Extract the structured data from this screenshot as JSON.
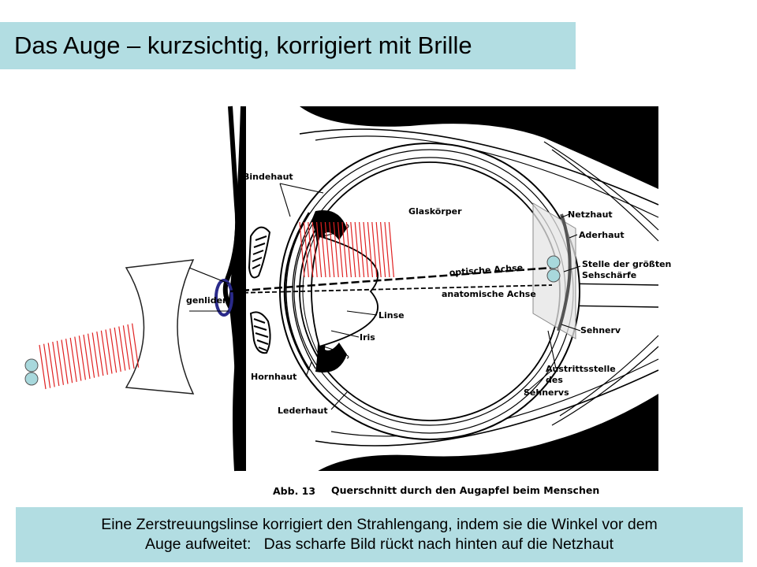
{
  "title": "Das Auge – kurzsichtig, korrigiert mit Brille",
  "labels": {
    "bindehaut": "Bindehaut",
    "glaskoerper": "Glaskörper",
    "netzhaut": "Netzhaut",
    "aderhaut": "Aderhaut",
    "stelle_1": "Stelle der größten",
    "stelle_2": "Sehschärfe",
    "optische_achse": "optische Achse",
    "anatomische_achse": "anatomische Achse",
    "augenlider": "genlider",
    "linse": "Linse",
    "iris": "Iris",
    "sehnerv": "Sehnerv",
    "austritt_1": "Austrittsstelle",
    "austritt_2": "des",
    "austritt_3": "Sehnervs",
    "hornhaut": "Hornhaut",
    "lederhaut": "Lederhaut"
  },
  "figure_caption": {
    "number": "Abb. 13",
    "text": "Querschnitt durch den Augapfel beim Menschen"
  },
  "caption": {
    "line1": "Eine Zerstreuungslinse korrigiert den Strahlengang, indem sie die Winkel vor dem",
    "line2": "Auge aufweitet:   Das scharfe Bild rückt nach hinten auf die Netzhaut"
  },
  "colors": {
    "bar_background": "#b2dde2",
    "ray_red": "#e02020",
    "pupil_ring": "#2a2a8a",
    "focus_circle": "#a8d8dc",
    "retina_overlay": "#e4e4e4"
  }
}
